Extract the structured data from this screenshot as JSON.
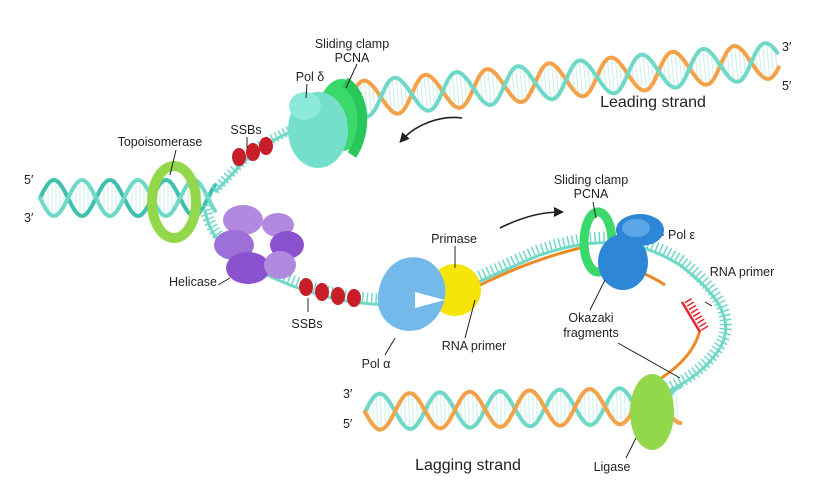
{
  "colors": {
    "teal": "#6fd8c7",
    "teal_dark": "#3fbfae",
    "orange": "#f4a24a",
    "orange_dark": "#e98a26",
    "red_ssb": "#c81e2a",
    "purple_light": "#b18ae0",
    "purple_dark": "#8a52cf",
    "lime_green": "#92d84a",
    "green_clamp": "#3ad96a",
    "blue_pol": "#2e86d6",
    "blue_light": "#73b9ea",
    "yellow_primase": "#f6e40a",
    "rna_red": "#e5252c"
  },
  "labels": {
    "sliding_clamp_top": "Sliding clamp",
    "pcna_top": "PCNA",
    "pol_delta": "Pol δ",
    "ssbs_top": "SSBs",
    "topoisomerase": "Topoisomerase",
    "helicase": "Helicase",
    "ssbs_bottom": "SSBs",
    "pol_alpha": "Pol α",
    "primase": "Primase",
    "rna_primer_mid": "RNA primer",
    "sliding_clamp_right": "Sliding clamp",
    "pcna_right": "PCNA",
    "pol_epsilon": "Pol ε",
    "rna_primer_right": "RNA primer",
    "okazaki_1": "Okazaki",
    "okazaki_2": "fragments",
    "ligase": "Ligase",
    "leading_strand": "Leading strand",
    "lagging_strand": "Lagging strand"
  },
  "ends": {
    "top_right_3": "3′",
    "top_right_5": "5′",
    "left_5": "5′",
    "left_3": "3′",
    "bottom_3": "3′",
    "bottom_5": "5′"
  }
}
